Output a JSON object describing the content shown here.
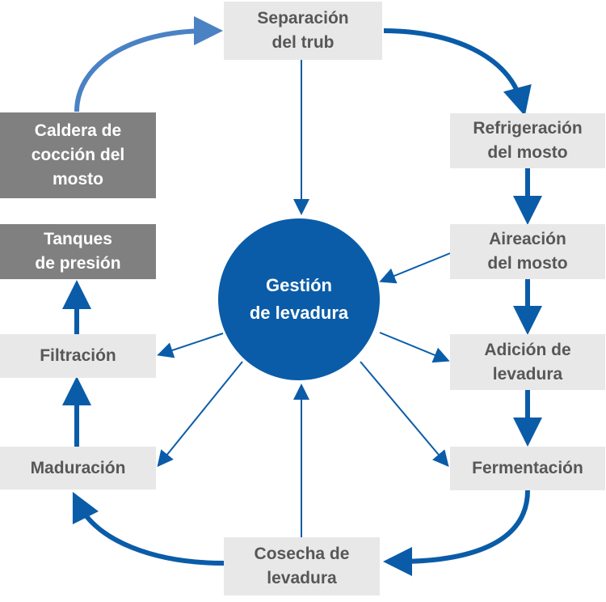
{
  "colors": {
    "primary_blue": "#0a5ca8",
    "light_blue": "#4a82c4",
    "light_box": "#e8e8e8",
    "dark_box": "#808080",
    "box_text": "#575757"
  },
  "center": {
    "label": "Gestión\nde levadura"
  },
  "steps": {
    "separacion": "Separación\ndel trub",
    "refrigeracion": "Refrigeración\ndel mosto",
    "aireacion": "Aireación\ndel mosto",
    "adicion": "Adición de\nlevadura",
    "fermentacion": "Fermentación",
    "cosecha": "Cosecha de\nlevadura",
    "maduracion": "Maduración",
    "filtracion": "Filtración",
    "tanques": "Tanques\nde presión",
    "caldera": "Caldera de\ncocción del\nmosto"
  }
}
